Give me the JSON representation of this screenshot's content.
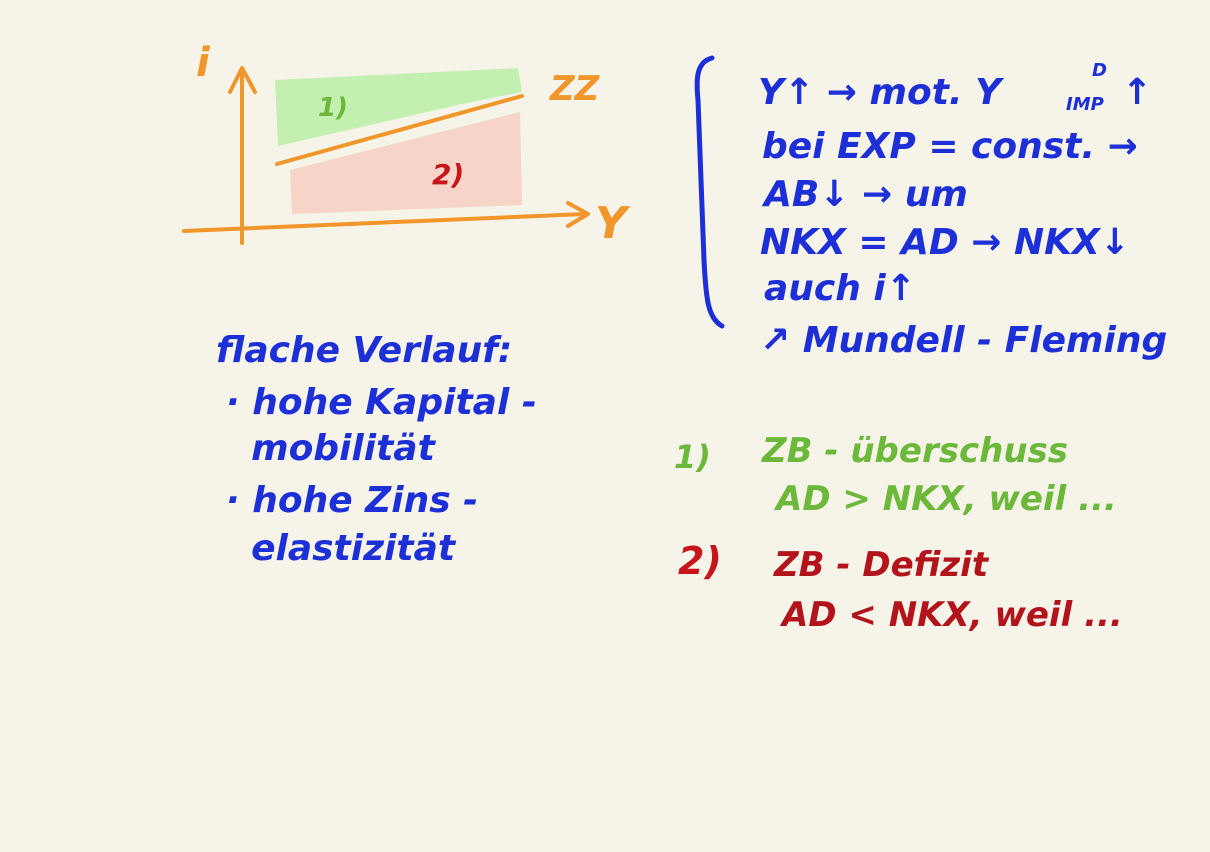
{
  "colors": {
    "background": "#f6f3e8",
    "axis": "#f0962a",
    "ink_blue": "#1d2fd6",
    "ink_green": "#6cb83a",
    "ink_red": "#c8141b",
    "region_green": "#c3f0b0",
    "region_red": "#f6d4c8"
  },
  "diagram": {
    "y_axis_label": "i",
    "x_axis_label": "Y",
    "curve_label": "ZZ",
    "region1_label": "1)",
    "region2_label": "2)"
  },
  "right_notes": {
    "lines": [
      "Y↑ → mot. Y",
      "bei EXP = const. →",
      "AB↓ → um",
      "NKX = AD → NKX↓",
      "auch i↑",
      "↗ Mundell - Fleming"
    ],
    "subscript": "IMP",
    "superscript": "D"
  },
  "left_notes": {
    "lines": [
      "flache Verlauf:",
      "· hohe Kapital -",
      "  mobilität",
      "· hohe Zins -",
      "  elastizität"
    ]
  },
  "legend": {
    "item1_num": "1)",
    "item1_line1": "ZB - überschuss",
    "item1_line2": "AD > NKX, weil ...",
    "item2_num": "2)",
    "item2_line1": "ZB - Defizit",
    "item2_line2": "AD < NKX, weil ..."
  }
}
